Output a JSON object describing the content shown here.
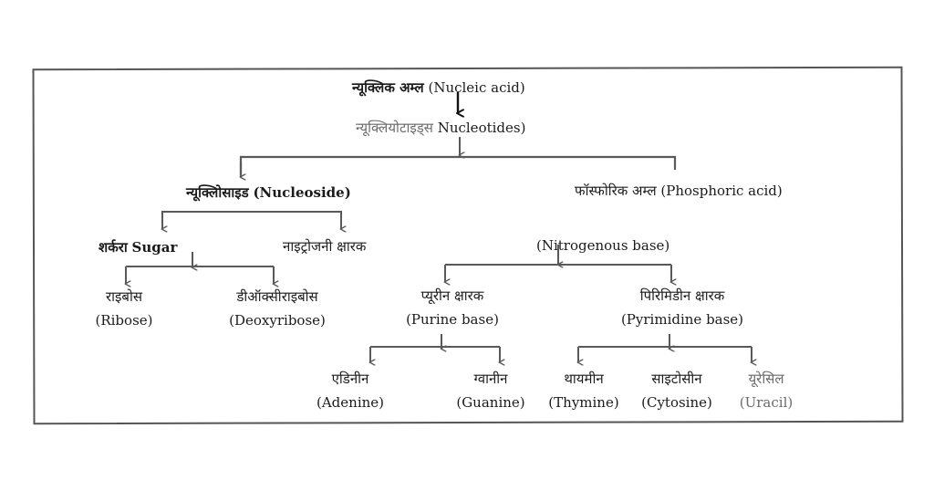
{
  "diagram": {
    "root": {
      "hi": "न्यूक्लिक अम्ल",
      "en": "(Nucleic acid)"
    },
    "nucleotides": {
      "hi": "न्यूक्लियोटाइड्स",
      "en": "Nucleotides)"
    },
    "nucleoside": {
      "hi": "न्यूक्लिोसाइड",
      "en": "(Nucleoside)"
    },
    "phosphoric": {
      "hi": "फॉस्फोरिक अम्ल",
      "en": "(Phosphoric acid)"
    },
    "sugar": {
      "hi": "शर्करा",
      "en": "Sugar"
    },
    "nitrogen": {
      "hi": "नाइट्रोजनी क्षारक",
      "en": "(Nitrogenous base)"
    },
    "ribose": {
      "hi": "राइबोस",
      "en": "(Ribose)"
    },
    "deoxyribose": {
      "hi": "डीऑक्सीराइबोस",
      "en": "(Deoxyribose)"
    },
    "purine": {
      "hi": "प्यूरीन क्षारक",
      "en": "(Purine base)"
    },
    "pyrimidine": {
      "hi": "पिरिमिडीन क्षारक",
      "en": "(Pyrimidine base)"
    },
    "adenine": {
      "hi": "एडिनीन",
      "en": "(Adenine)"
    },
    "guanine": {
      "hi": "ग्वानीन",
      "en": "(Guanine)"
    },
    "thymine": {
      "hi": "थायमीन",
      "en": "(Thymine)"
    },
    "cytosine": {
      "hi": "साइटोसीन",
      "en": "(Cytosine)"
    },
    "uracil": {
      "hi": "यूरेसिल",
      "en": "(Uracil)"
    }
  },
  "colors": {
    "line": "#5a5a5a",
    "dark": "#111111",
    "border": "#555555"
  }
}
